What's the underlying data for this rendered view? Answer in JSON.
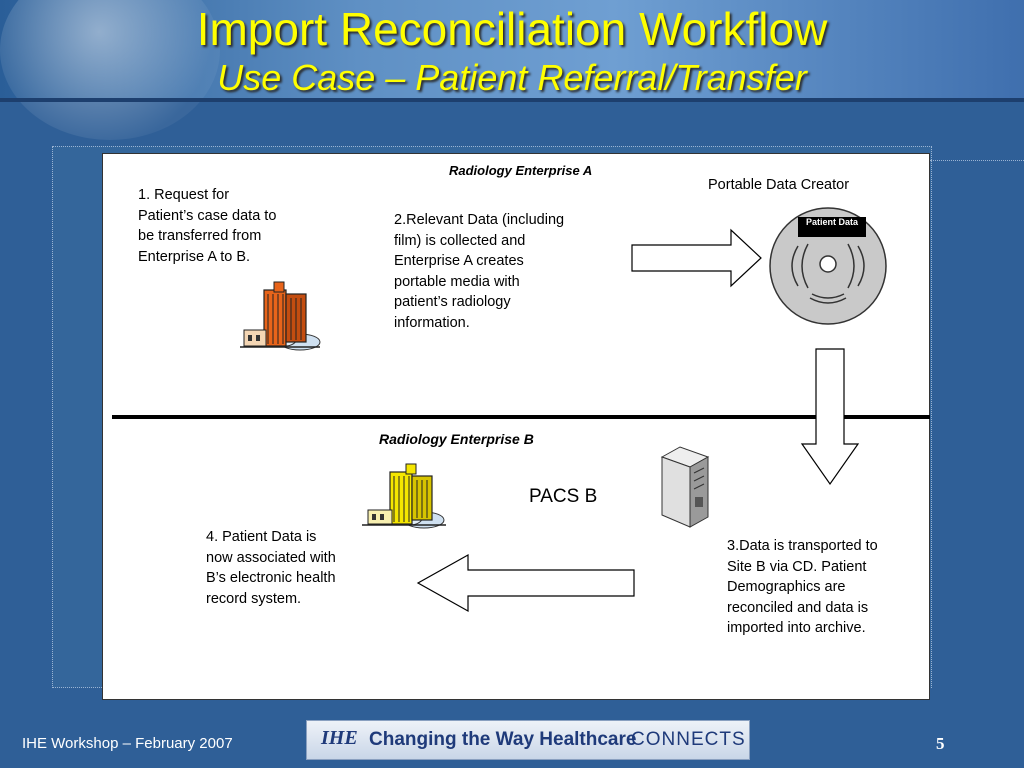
{
  "title": "Import Reconciliation Workflow",
  "subtitle": "Use Case – Patient Referral/Transfer",
  "enterprise_a_label": "Radiology Enterprise A",
  "enterprise_b_label": "Radiology Enterprise B",
  "portable_data_creator": "Portable Data Creator",
  "disc_label": "Patient Data",
  "pacs_label": "PACS B",
  "steps": [
    {
      "lines": [
        "1.  Request for",
        "Patient’s case data to",
        "be transferred from",
        "Enterprise A to B."
      ]
    },
    {
      "lines": [
        "2.Relevant Data (including",
        "film) is collected and",
        "Enterprise A creates",
        "portable media with",
        "patient’s radiology",
        "information."
      ]
    },
    {
      "lines": [
        "3.Data is transported to",
        "Site B via CD.  Patient",
        "Demographics are",
        "reconciled and data is",
        "imported into archive."
      ]
    },
    {
      "lines": [
        "4. Patient Data is",
        "now associated with",
        "B’s electronic health",
        "record system."
      ]
    }
  ],
  "footer": {
    "text": "IHE Workshop – February 2007",
    "page": "5",
    "logo_ihe": "IHE",
    "logo_text": "Changing the Way Healthcare",
    "logo_connects": "CONNECTS"
  },
  "colors": {
    "title": "#ffff00",
    "background": "#2f5f97",
    "building_a": "#e8641a",
    "building_b": "#f5e600"
  },
  "icons": [
    "building-icon",
    "cd-disc-icon",
    "server-icon",
    "arrow-right-icon",
    "arrow-down-icon",
    "arrow-left-icon"
  ]
}
